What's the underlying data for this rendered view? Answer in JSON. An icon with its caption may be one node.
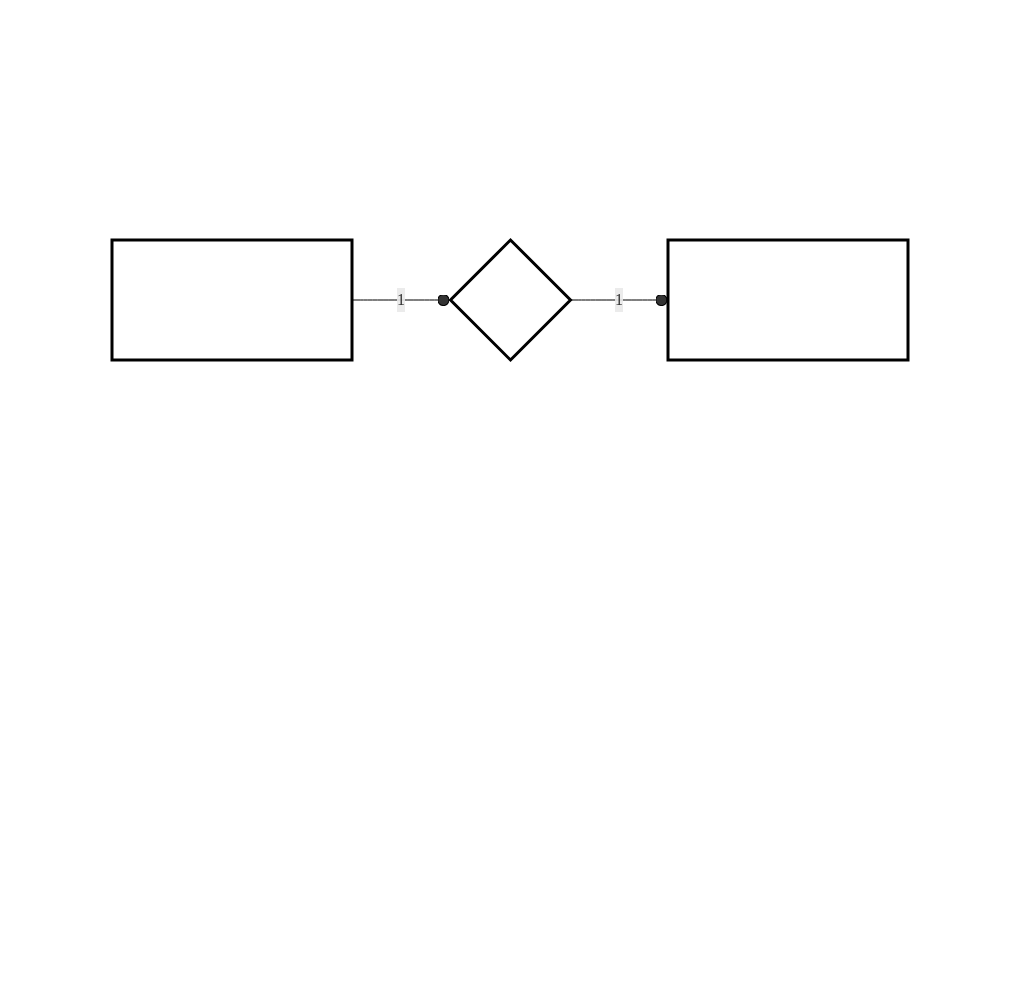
{
  "diagram": {
    "nodes": [
      {
        "text": [],
        "shape": "box"
      },
      {
        "text": [],
        "shape": "diamond"
      },
      {
        "text": [],
        "shape": "box"
      }
    ],
    "edges": [
      {
        "from": 0,
        "to": 1,
        "arrow": "other",
        "label": "1"
      },
      {
        "from": 1,
        "to": 2,
        "arrow": "other",
        "label": "1"
      }
    ]
  }
}
